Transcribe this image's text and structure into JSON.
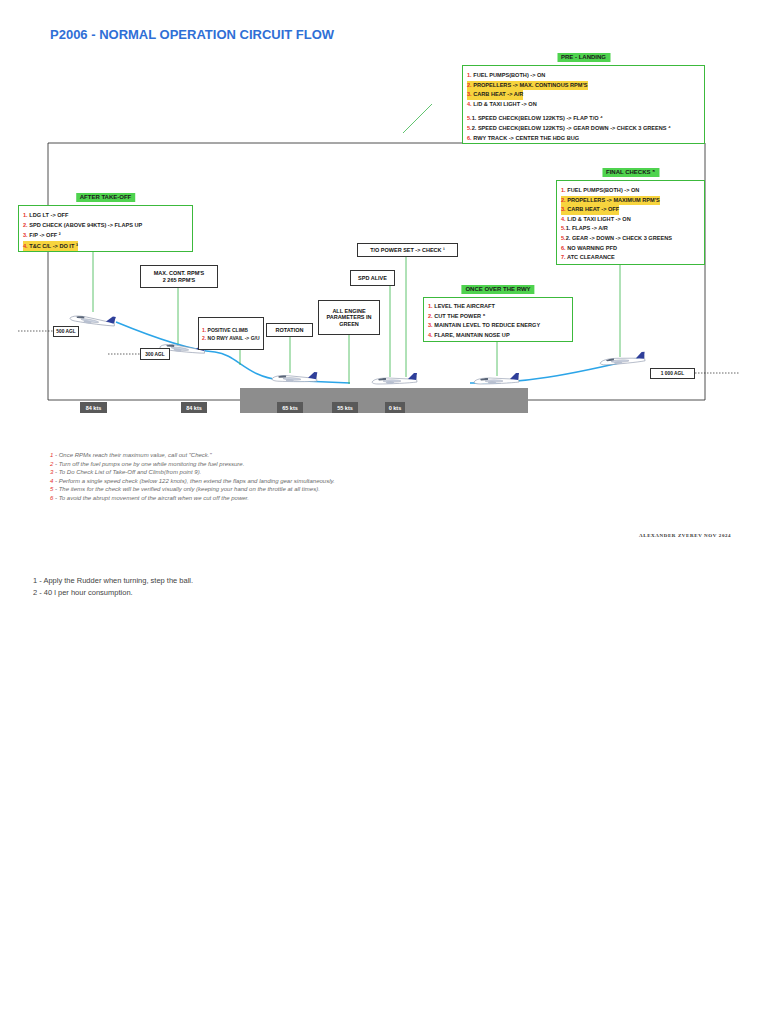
{
  "diagram": {
    "title": "P2006 - NORMAL OPERATION CIRCUIT FLOW",
    "nodes": [
      {
        "text": [
          "PRE - LANDING",
          "1. FUEL PUMPS(BOTH) -> ON",
          "2. PROPELLERS -> MAX. CONTINOUS RPM'S",
          "3. CARB HEAT -> A/R",
          "4. L/D & TAXI LIGHT -> ON",
          "5.1. SPEED CHECK(BELOW 122KTS) -> FLAP T/O ⁴",
          "5.2. SPEED CHECK(BELOW 122KTS) -> GEAR DOWN -> CHECK 3 GREENS ⁴",
          "6. RWY TRACK -> CENTER THE HDG BUG"
        ]
      },
      {
        "text": [
          "FINAL CHECKS ⁵",
          "1. FUEL PUMPS(BOTH) -> ON",
          "2. PROPELLERS -> MAXIMUM RPM'S",
          "3. CARB HEAT -> OFF",
          "4. L/D & TAXI LIGHT -> ON",
          "5.1. FLAPS -> A/R",
          "5.2. GEAR -> DOWN -> CHECK 3 GREENS",
          "6. NO WARNING PFD",
          "7. ATC CLEARANCE"
        ]
      },
      {
        "text": [
          "AFTER TAKE-OFF",
          "1. LDG LT -> OFF",
          "2. SPD CHECK (ABOVE 94KTS) -> FLAPS UP",
          "3. F/P -> OFF ²",
          "4. T&C C/L -> DO IT ³"
        ]
      },
      {
        "text": [
          "T/O POWER SET -> CHECK ¹"
        ]
      },
      {
        "text": [
          "MAX. CONT. RPM'S 2 265 RPM'S"
        ]
      },
      {
        "text": [
          "SPD ALIVE"
        ]
      },
      {
        "text": [
          "ONCE OVER THE RWY",
          "1. LEVEL THE AIRCRAFT",
          "2. CUT THE POWER ⁶",
          "3. MAINTAIN LEVEL TO REDUCE ENERGY",
          "4. FLARE, MAINTAIN NOSE UP"
        ]
      },
      {
        "text": [
          "ALL ENGINE PARAMETERS IN GREEN"
        ]
      },
      {
        "text": [
          "1. POSITIVE CLIMB",
          "2. NO RWY AVAIL -> G/U"
        ]
      },
      {
        "text": [
          "ROTATION"
        ]
      },
      {
        "text": [
          "500 AGL"
        ]
      },
      {
        "text": [
          "300 AGL"
        ]
      },
      {
        "text": [
          "1 000 AGL"
        ]
      },
      {
        "text": [
          "84 kts"
        ]
      },
      {
        "text": [
          "84 kts"
        ]
      },
      {
        "text": [
          "65 kts"
        ]
      },
      {
        "text": [
          "55 kts"
        ]
      },
      {
        "text": [
          "0 kts"
        ]
      }
    ],
    "labels": [
      "1 - Once RPMs reach their maximum value, call out \"Check.\"",
      "2 - Turn off the fuel pumps one by one while monitoring the fuel pressure.",
      "3 - To Do Check List of Take-Off and Climb(from point 9).",
      "4 - Perform a single speed check (below 122 knots), then extend the flaps and landing gear simultaneously.",
      "5 - The items for the check will be verified visually only (keeping your hand on the throttle at all times).",
      "6 - To avoid the abrupt movement of the aircraft when we cut off the power.",
      "ALEXANDER ZVEREV NOV 2024",
      "1 - Apply the Rudder when turning, step the ball.",
      "2 - 40 l per hour consumption."
    ]
  }
}
